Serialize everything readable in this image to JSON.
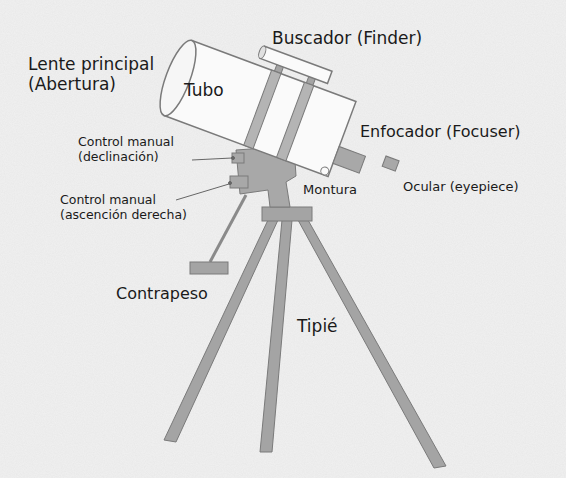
{
  "diagram": {
    "labels": [
      "Lente principal (Abertura)",
      "Tubo",
      "Buscador (Finder)",
      "Enfocador (Focuser)",
      "Control manual (declinación)",
      "Control manual (ascención derecha)",
      "Montura",
      "Ocular (eyepiece)",
      "Contrapeso",
      "Tipié"
    ]
  }
}
